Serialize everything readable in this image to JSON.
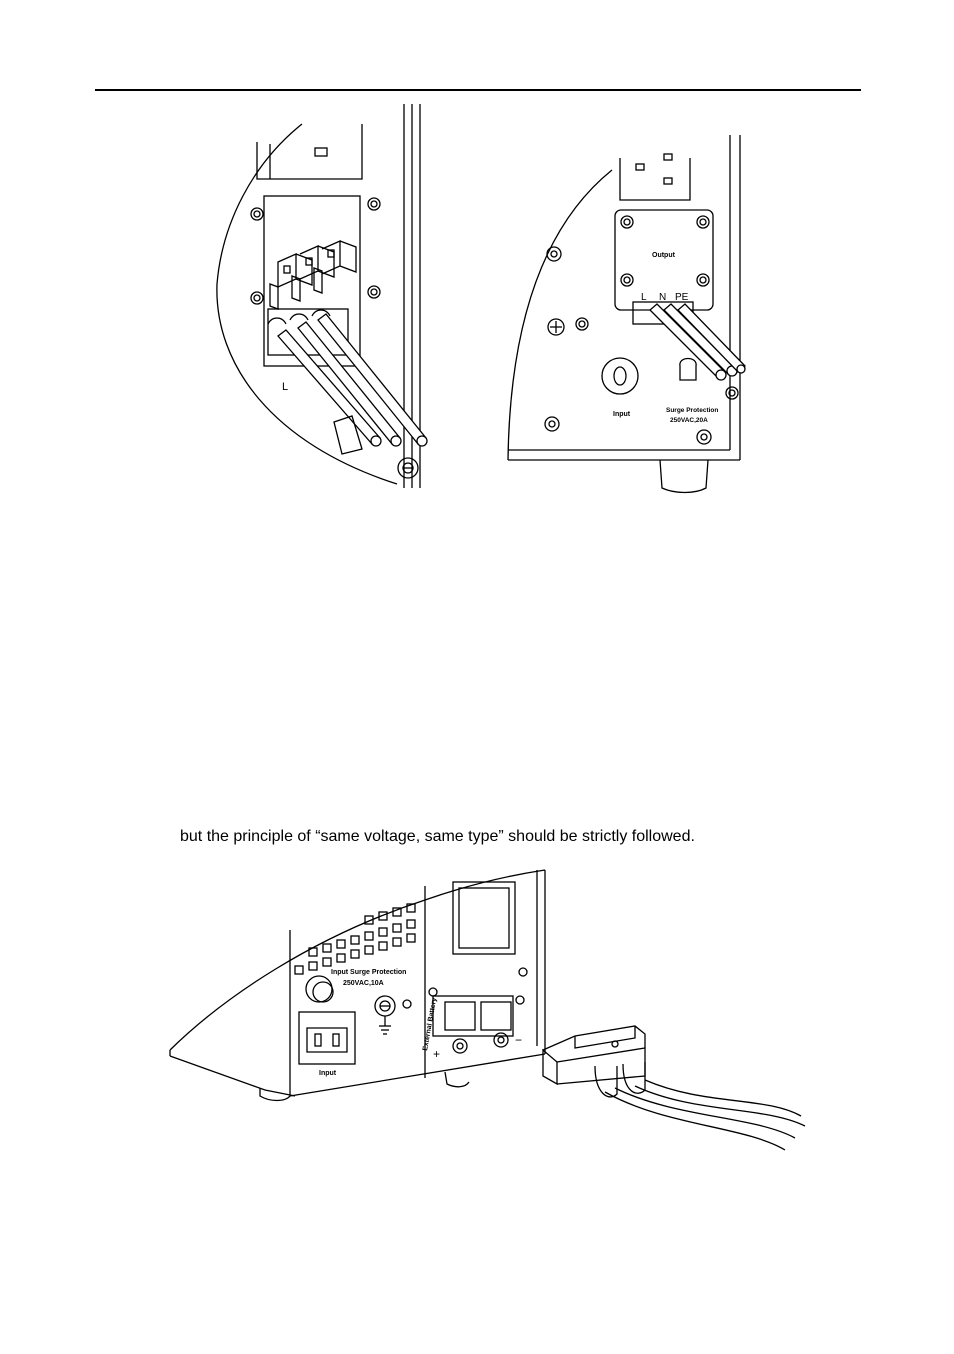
{
  "body_text": "but the principle of “same voltage, same type” should be strictly followed.",
  "figure_left": {
    "labels": {
      "terminal_L": "L"
    }
  },
  "figure_right": {
    "labels": {
      "output": "Output",
      "terminal_L": "L",
      "terminal_N": "N",
      "terminal_PE": "PE",
      "input": "Input",
      "surge_protection": "Surge Protection",
      "surge_rating": "250VAC,20A"
    }
  },
  "figure_bottom": {
    "labels": {
      "surge_protection": "Input Surge Protection",
      "surge_rating": "250VAC,10A",
      "input": "Input",
      "external_battery": "External Battery",
      "plus": "+",
      "minus": "−"
    }
  },
  "colors": {
    "line": "#000000",
    "background": "#ffffff",
    "cable_fill": "#ffffff"
  }
}
